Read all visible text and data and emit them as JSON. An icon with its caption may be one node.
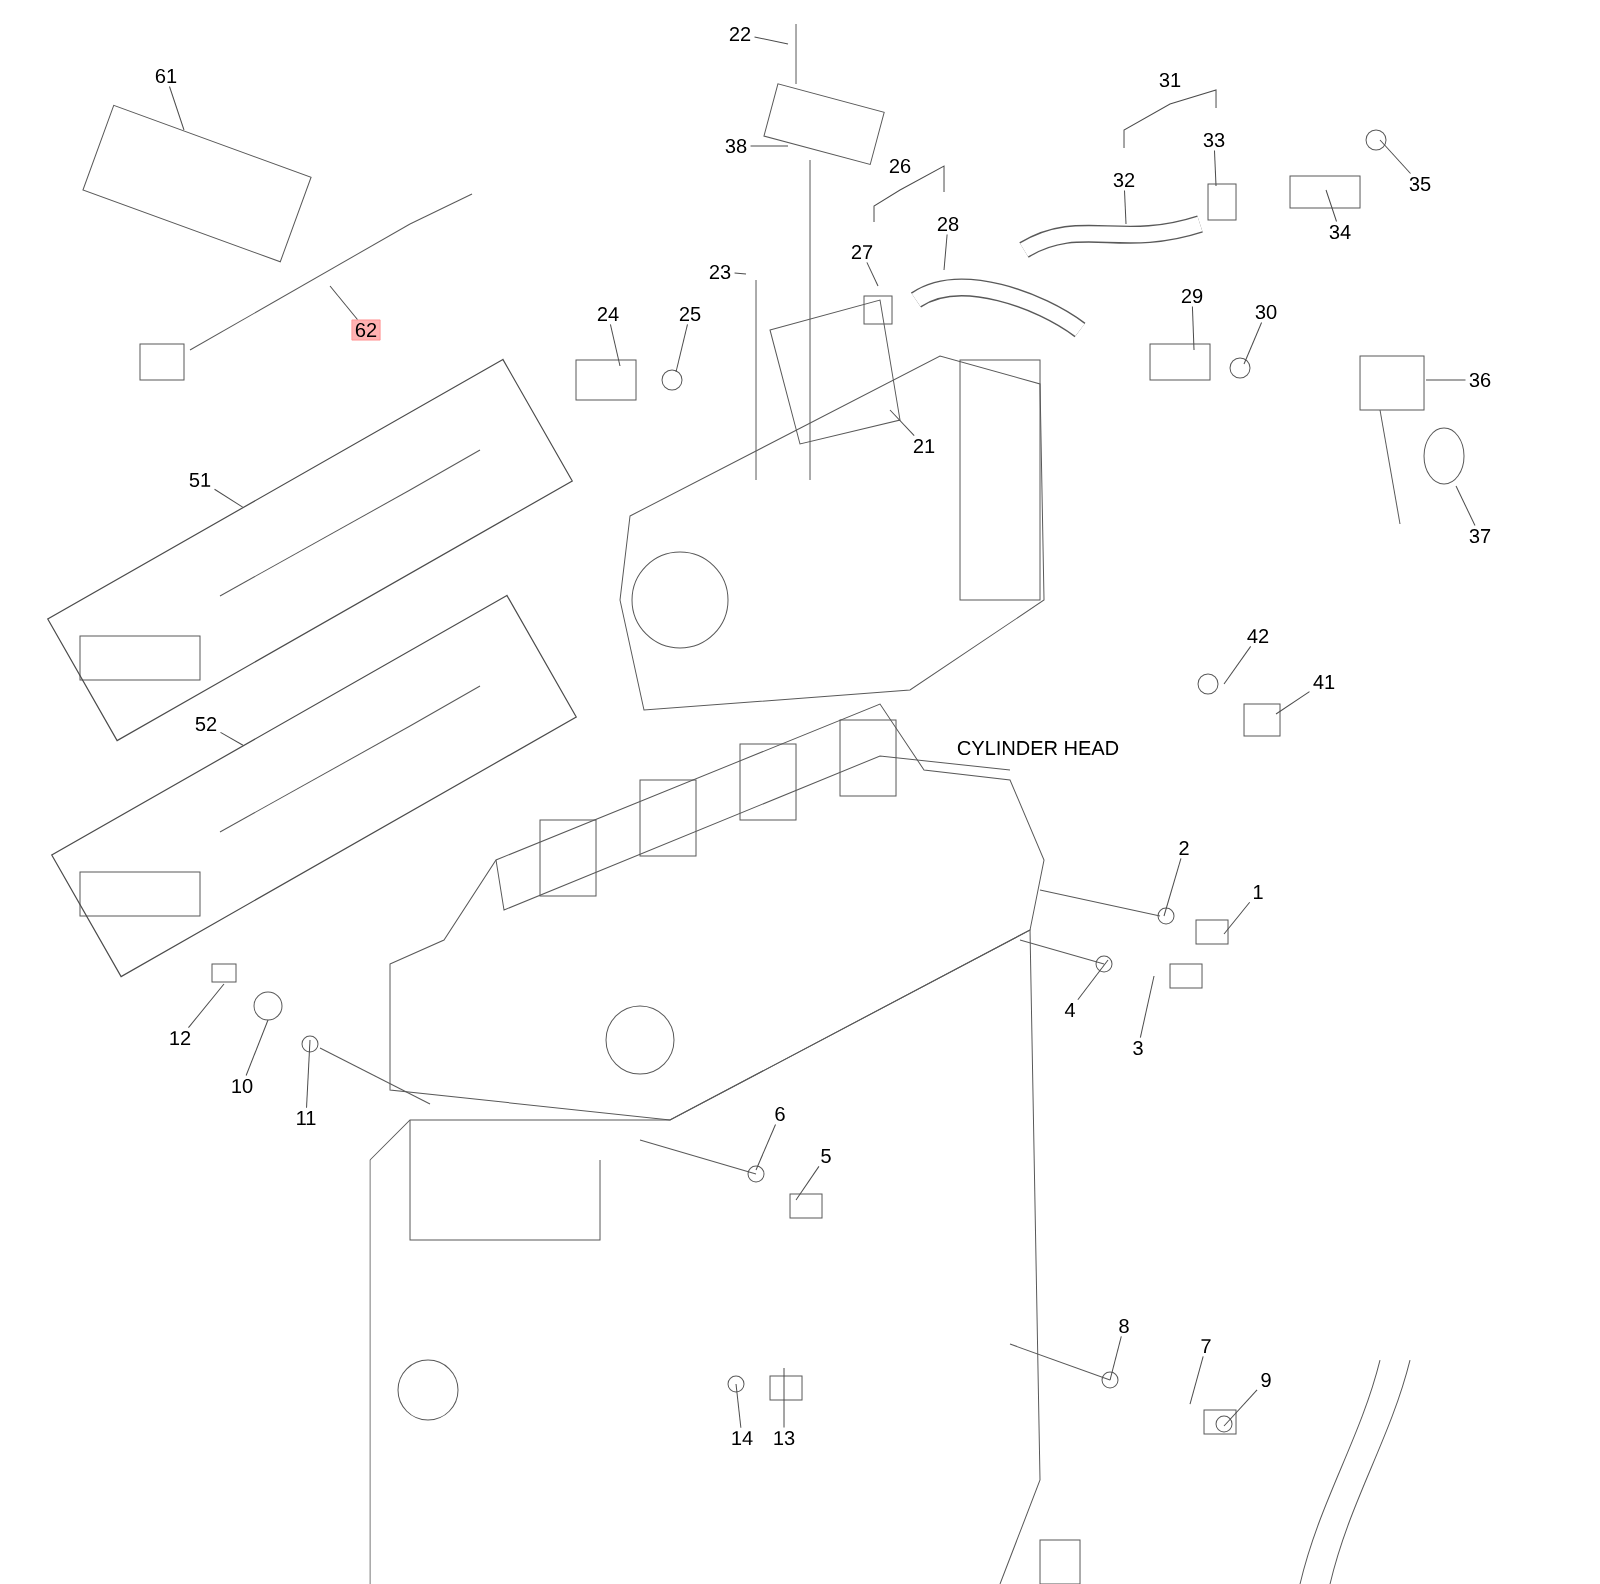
{
  "diagram": {
    "nodes": [
      {
        "text": [
          "61"
        ]
      },
      {
        "text": [
          "62"
        ]
      },
      {
        "text": [
          "22"
        ]
      },
      {
        "text": [
          "38"
        ]
      },
      {
        "text": [
          "23"
        ]
      },
      {
        "text": [
          "24"
        ]
      },
      {
        "text": [
          "25"
        ]
      },
      {
        "text": [
          "27"
        ]
      },
      {
        "text": [
          "28"
        ]
      },
      {
        "text": [
          "21"
        ]
      },
      {
        "text": [
          "32"
        ]
      },
      {
        "text": [
          "33"
        ]
      },
      {
        "text": [
          "34"
        ]
      },
      {
        "text": [
          "35"
        ]
      },
      {
        "text": [
          "29"
        ]
      },
      {
        "text": [
          "30"
        ]
      },
      {
        "text": [
          "36"
        ]
      },
      {
        "text": [
          "37"
        ]
      },
      {
        "text": [
          "51"
        ]
      },
      {
        "text": [],
        "shape": "box"
      },
      {
        "text": [
          "52"
        ]
      },
      {
        "text": [],
        "shape": "box"
      },
      {
        "text": [
          "42"
        ]
      },
      {
        "text": [
          "41"
        ]
      },
      {
        "text": [
          "2"
        ]
      },
      {
        "text": [
          "1"
        ]
      },
      {
        "text": [
          "4"
        ]
      },
      {
        "text": [
          "3"
        ]
      },
      {
        "text": [
          "12"
        ]
      },
      {
        "text": [
          "10"
        ]
      },
      {
        "text": [
          "11"
        ]
      },
      {
        "text": [
          "6"
        ]
      },
      {
        "text": [
          "5"
        ]
      },
      {
        "text": [
          "8"
        ]
      },
      {
        "text": [
          "7"
        ]
      },
      {
        "text": [
          "9"
        ]
      },
      {
        "text": [
          "14"
        ]
      },
      {
        "text": [
          "13"
        ]
      }
    ],
    "edges": [
      {
        "from": 0,
        "to": null,
        "arrow": "none"
      },
      {
        "from": 1,
        "to": null,
        "arrow": "none"
      },
      {
        "from": 2,
        "to": null,
        "arrow": "none"
      },
      {
        "from": 3,
        "to": null,
        "arrow": "none"
      },
      {
        "from": 4,
        "to": null,
        "arrow": "none"
      },
      {
        "from": 5,
        "to": null,
        "arrow": "none"
      },
      {
        "from": 6,
        "to": null,
        "arrow": "none"
      },
      {
        "from": 7,
        "to": null,
        "arrow": "none"
      },
      {
        "from": 8,
        "to": null,
        "arrow": "none"
      },
      {
        "from": 9,
        "to": null,
        "arrow": "none"
      },
      {
        "from": 10,
        "to": null,
        "arrow": "none"
      },
      {
        "from": 11,
        "to": null,
        "arrow": "none"
      },
      {
        "from": 12,
        "to": null,
        "arrow": "none"
      },
      {
        "from": 13,
        "to": null,
        "arrow": "none"
      },
      {
        "from": 14,
        "to": null,
        "arrow": "none"
      },
      {
        "from": 15,
        "to": null,
        "arrow": "none"
      },
      {
        "from": 16,
        "to": null,
        "arrow": "none"
      },
      {
        "from": 17,
        "to": null,
        "arrow": "none"
      },
      {
        "from": 18,
        "to": 19,
        "arrow": "none"
      },
      {
        "from": 20,
        "to": 21,
        "arrow": "none"
      },
      {
        "from": 22,
        "to": null,
        "arrow": "none"
      },
      {
        "from": 23,
        "to": null,
        "arrow": "none"
      },
      {
        "from": 24,
        "to": null,
        "arrow": "none"
      },
      {
        "from": 25,
        "to": null,
        "arrow": "none"
      },
      {
        "from": 26,
        "to": null,
        "arrow": "none"
      },
      {
        "from": 27,
        "to": null,
        "arrow": "none"
      },
      {
        "from": 28,
        "to": null,
        "arrow": "none"
      },
      {
        "from": 29,
        "to": null,
        "arrow": "none"
      },
      {
        "from": 30,
        "to": null,
        "arrow": "none"
      },
      {
        "from": 31,
        "to": null,
        "arrow": "none"
      },
      {
        "from": 32,
        "to": null,
        "arrow": "none"
      },
      {
        "from": 33,
        "to": null,
        "arrow": "none"
      },
      {
        "from": 34,
        "to": null,
        "arrow": "none"
      },
      {
        "from": 35,
        "to": null,
        "arrow": "none"
      },
      {
        "from": 36,
        "to": null,
        "arrow": "none"
      },
      {
        "from": 37,
        "to": null,
        "arrow": "none"
      }
    ],
    "labels": [
      "26",
      "31",
      "CYLINDER HEAD"
    ]
  }
}
